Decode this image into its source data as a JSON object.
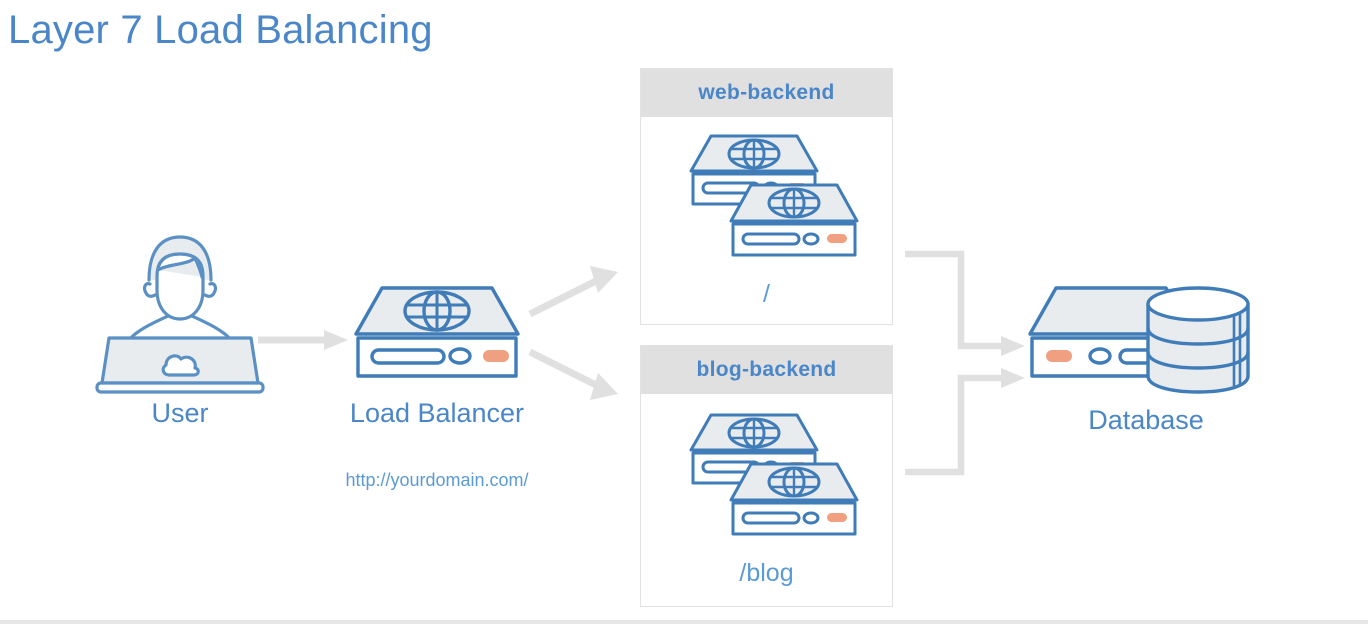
{
  "diagram": {
    "title": "Layer 7 Load Balancing",
    "type": "network-architecture",
    "colors": {
      "title": "#4a86c8",
      "label": "#4a86c8",
      "stroke": "#4a86c8",
      "fill": "#e8ecef",
      "accent_orange": "#f0a080",
      "arrow": "#e0e0e0",
      "panel_header": "#e0e0e0",
      "panel_border": "#e2e2e2",
      "background": "#ffffff"
    },
    "nodes": [
      {
        "id": "user",
        "label": "User",
        "icon": "user-laptop-icon"
      },
      {
        "id": "load-balancer",
        "label": "Load Balancer",
        "icon": "server-icon",
        "sublabel": "http://yourdomain.com/"
      },
      {
        "id": "database",
        "label": "Database",
        "icon": "database-icon"
      }
    ],
    "backends": [
      {
        "id": "web-backend",
        "title": "web-backend",
        "path": "/",
        "server_count": 2
      },
      {
        "id": "blog-backend",
        "title": "blog-backend",
        "path": "/blog",
        "server_count": 2
      }
    ],
    "connections": [
      {
        "from": "user",
        "to": "load-balancer",
        "style": "straight-arrow"
      },
      {
        "from": "load-balancer",
        "to": "web-backend",
        "style": "diagonal-arrow-up"
      },
      {
        "from": "load-balancer",
        "to": "blog-backend",
        "style": "diagonal-arrow-down"
      },
      {
        "from": "web-backend",
        "to": "database",
        "style": "elbow-arrow"
      },
      {
        "from": "blog-backend",
        "to": "database",
        "style": "elbow-arrow"
      }
    ]
  }
}
